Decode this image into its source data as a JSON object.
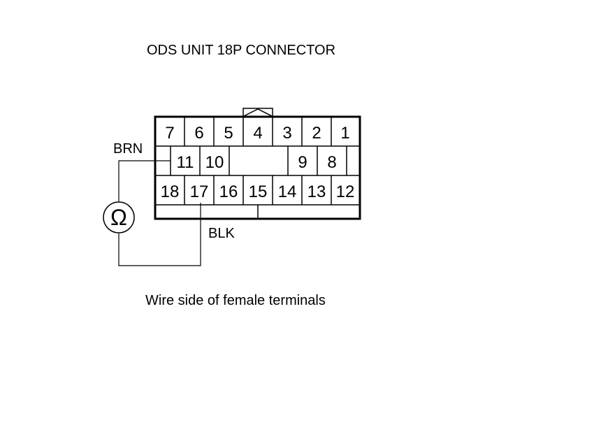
{
  "title": "ODS UNIT 18P CONNECTOR",
  "caption": "Wire side of female terminals",
  "wire_labels": {
    "brn": "BRN",
    "blk": "BLK"
  },
  "meter_symbol": "Ω",
  "connector": {
    "row1": [
      "7",
      "6",
      "5",
      "4",
      "3",
      "2",
      "1"
    ],
    "row2": [
      "11",
      "10",
      "9",
      "8"
    ],
    "row3": [
      "18",
      "17",
      "16",
      "15",
      "14",
      "13",
      "12"
    ]
  },
  "probe_terminals": [
    "11",
    "17"
  ]
}
